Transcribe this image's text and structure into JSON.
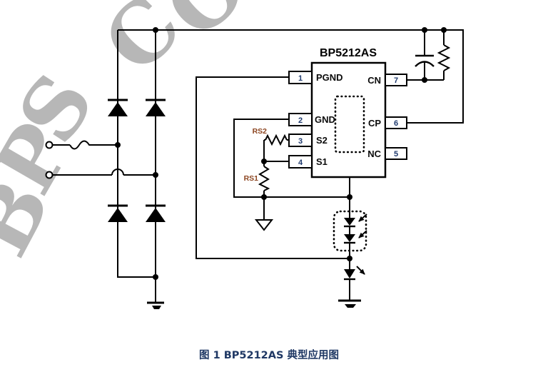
{
  "watermark": {
    "color": "#b7b7b7",
    "letters": [
      "B",
      "P",
      "S",
      "C",
      "O"
    ]
  },
  "ic": {
    "title": "BP5212AS",
    "left_pins": [
      {
        "number": "1",
        "label": "PGND"
      },
      {
        "number": "2",
        "label": "GND"
      },
      {
        "number": "3",
        "label": "S2"
      },
      {
        "number": "4",
        "label": "S1"
      }
    ],
    "right_pins": [
      {
        "number": "7",
        "label": "CN"
      },
      {
        "number": "6",
        "label": "CP"
      },
      {
        "number": "5",
        "label": "NC"
      }
    ]
  },
  "components": {
    "rs1": "RS1",
    "rs2": "RS2"
  },
  "caption": "图 1 BP5212AS 典型应用图",
  "colors": {
    "line": "#000000",
    "pin_number": "#1f3a6e",
    "resistor_label": "#8c4520",
    "caption": "#1f3864",
    "watermark": "#b7b7b7"
  }
}
